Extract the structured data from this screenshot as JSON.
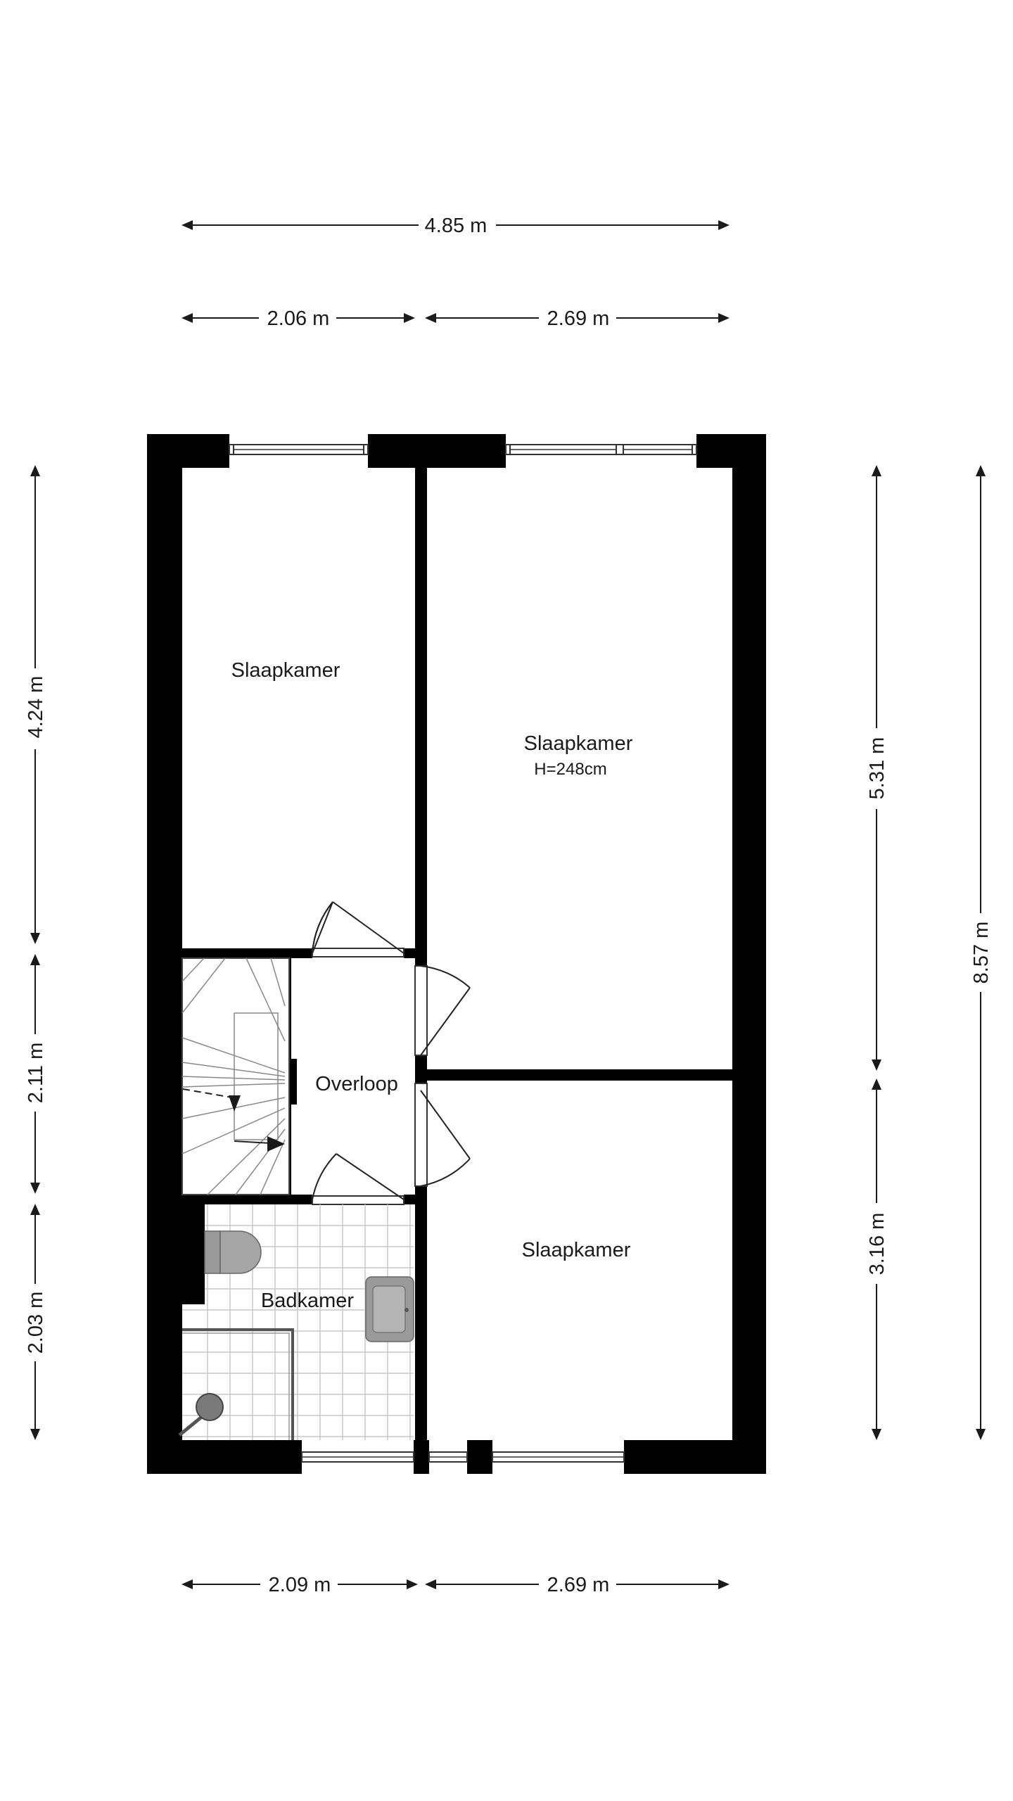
{
  "dimensions": {
    "top_total": "4.85 m",
    "top_left": "2.06 m",
    "top_right": "2.69 m",
    "bottom_left": "2.09 m",
    "bottom_right": "2.69 m",
    "left_top": "4.24 m",
    "left_mid": "2.11 m",
    "left_bottom": "2.03 m",
    "right_top": "5.31 m",
    "right_bottom": "3.16 m",
    "right_total": "8.57 m"
  },
  "rooms": {
    "bedroom_top_left": "Slaapkamer",
    "bedroom_top_right": "Slaapkamer",
    "bedroom_top_right_height": "H=248cm",
    "landing": "Overloop",
    "bathroom": "Badkamer",
    "bedroom_bottom_right": "Slaapkamer"
  },
  "colors": {
    "wall": "#000000",
    "fixture": "#9a9a9a",
    "tile_line": "#c8c8c8"
  }
}
